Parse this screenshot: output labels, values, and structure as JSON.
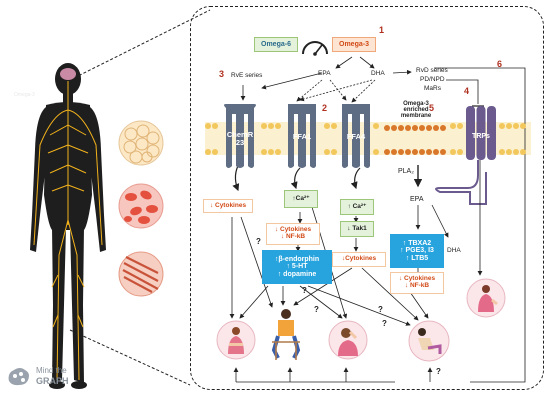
{
  "labels": {
    "omega6": "Omega-6",
    "omega3": "Omega-3",
    "epa_top": "EPA",
    "dha_top": "DHA",
    "rve": "RvE series",
    "rvd": "RvD series",
    "pd_npd": "PD/NPD",
    "mars": "MaRs",
    "chemr23": "ChemR\n23",
    "ffa1": "FFA1",
    "ffa4": "FFA4",
    "trps": "TRPs",
    "enriched_membrane": "Omega-3\nenriched\nmembrane",
    "pla2": "PLA₂",
    "epa_mid": "EPA",
    "dha_mid": "DHA",
    "omega_faint": "Omega-3",
    "mindgraph_line1": "Mind the",
    "mindgraph_line2": "GRAPH"
  },
  "numbers": [
    "1",
    "2",
    "3",
    "4",
    "5",
    "6"
  ],
  "boxes": {
    "cytokines_left": "↓ Cytokines",
    "ca_ffa1": "↑Ca²⁺",
    "ca_ffa4": "↑ Ca²⁺",
    "tak1": "↓ Tak1",
    "cytokines_nfkb_ffa1": "↓ Cytokines\n↓ NF-kB",
    "endorphin": "↑β-endorphin\n↑ 5-HT\n↑ dopamine",
    "cytokines_ffa4": "↓Cytokines",
    "tbxa": "↑ TBXA2\n↑ PGE3, I3\n↑ LTB5",
    "cytokines_nfkb_pla": "↓ Cytokines\n↓ NF-kB"
  },
  "question_marks": [
    "?",
    "?",
    "?",
    "?",
    "?",
    "?"
  ],
  "colors": {
    "number": "#b03020",
    "orange_box_border": "#f3c8a0",
    "orange_box_text": "#d24a16",
    "green_box_fill": "#e4f2dc",
    "blue_box_fill": "#27a3dd",
    "membrane": "#f2c75c",
    "receptor": "#5e6c84",
    "body": "#1e1e1e",
    "nerves": "#f2b21c"
  }
}
